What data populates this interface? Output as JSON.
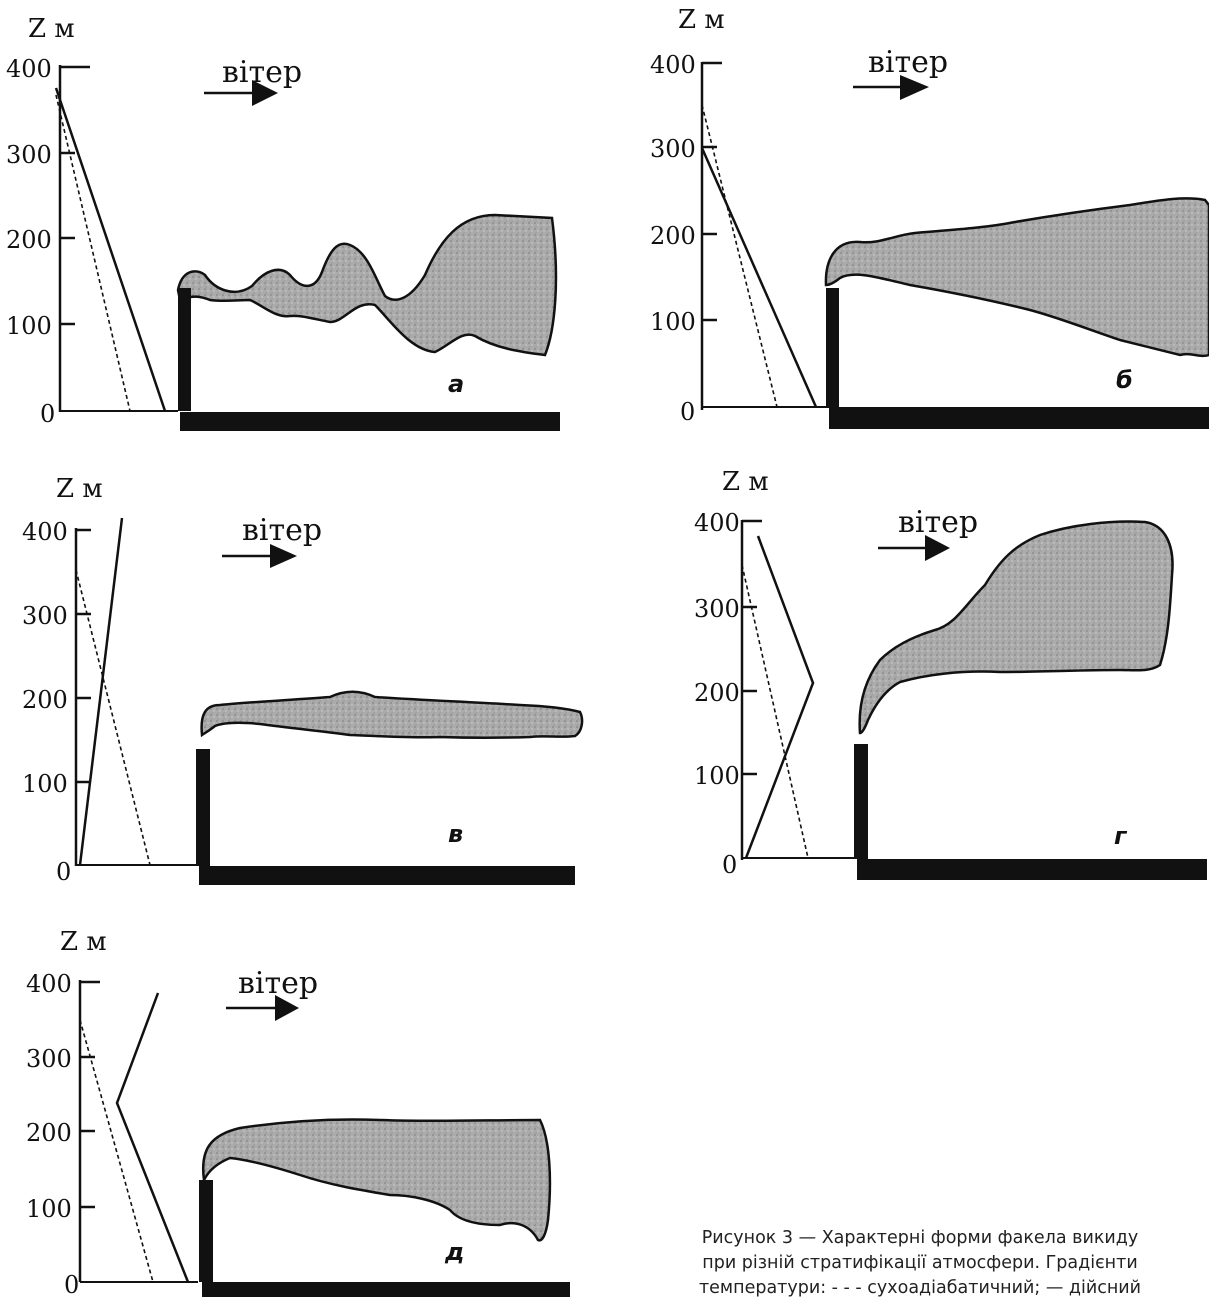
{
  "axis_label": "Z м",
  "axis_ticks": [
    "400",
    "300",
    "200",
    "100",
    "0"
  ],
  "wind_label": "вітер",
  "panels": [
    {
      "letter": "а"
    },
    {
      "letter": "б"
    },
    {
      "letter": "в"
    },
    {
      "letter": "г"
    },
    {
      "letter": "д"
    }
  ],
  "caption": "Рисунок 3 — Характерні форми факела викиду\nпри різній стратифікації атмосфери. Градієнти\nтемператури: - - - сухоадіабатичний; — дійсний",
  "colors": {
    "ink": "#111111",
    "plume_fill": "#a9a9a9",
    "background": "#ffffff"
  },
  "icons": {
    "wind_arrow": "arrow-right-icon"
  }
}
